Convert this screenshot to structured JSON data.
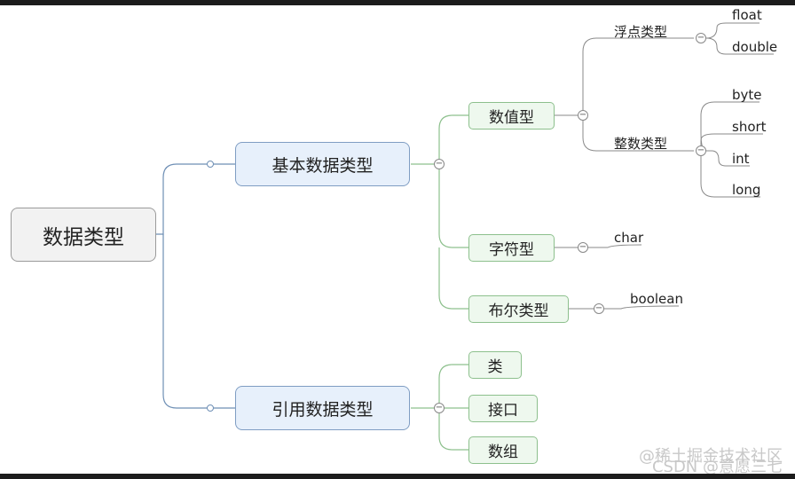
{
  "root": {
    "label": "数据类型"
  },
  "branches": {
    "basic": {
      "label": "基本数据类型",
      "numeric": {
        "label": "数值型",
        "float_group": {
          "label": "浮点类型",
          "items": [
            "float",
            "double"
          ]
        },
        "integer_group": {
          "label": "整数类型",
          "items": [
            "byte",
            "short",
            "int",
            "long"
          ]
        }
      },
      "char_type": {
        "label": "字符型",
        "leaf": "char"
      },
      "bool_type": {
        "label": "布尔类型",
        "leaf": "boolean"
      }
    },
    "reference": {
      "label": "引用数据类型",
      "items": [
        "类",
        "接口",
        "数组"
      ]
    }
  },
  "toggle_symbol": "−",
  "watermark": {
    "line1": "@稀土掘金技术社区",
    "line2": "CSDN @意愿三七"
  }
}
